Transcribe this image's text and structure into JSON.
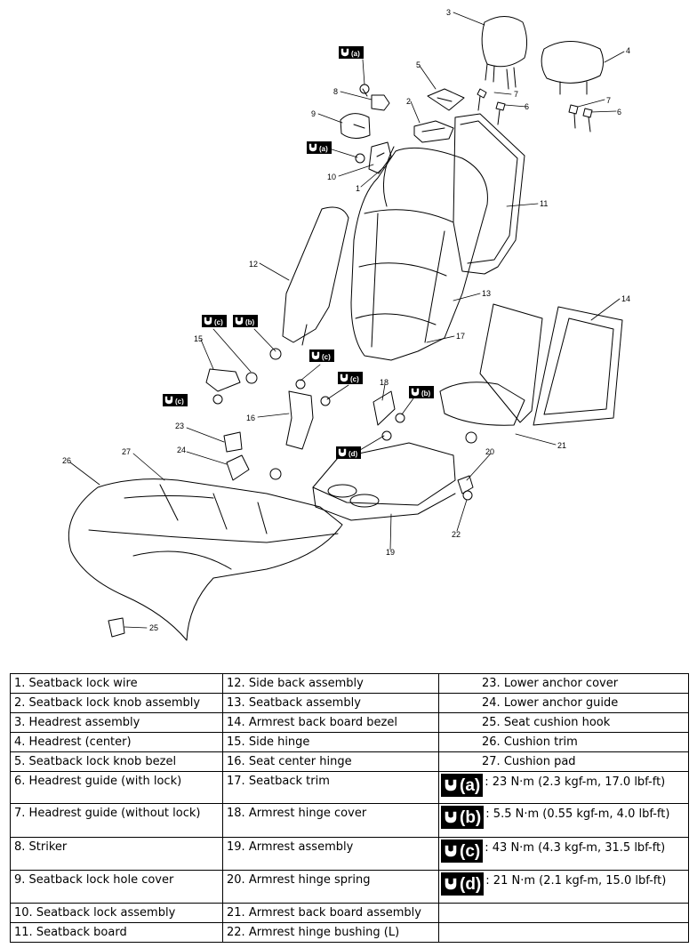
{
  "callouts": [
    "1",
    "2",
    "3",
    "4",
    "5",
    "6",
    "7",
    "8",
    "9",
    "10",
    "11",
    "12",
    "13",
    "14",
    "15",
    "16",
    "17",
    "18",
    "19",
    "20",
    "21",
    "22",
    "23",
    "24",
    "25",
    "26",
    "27"
  ],
  "torque_tags": [
    "(a)",
    "(b)",
    "(c)",
    "(d)"
  ],
  "parts": [
    {
      "num": "1.",
      "name": "Seatback lock wire"
    },
    {
      "num": "2.",
      "name": "Seatback lock knob assembly"
    },
    {
      "num": "3.",
      "name": "Headrest assembly"
    },
    {
      "num": "4.",
      "name": "Headrest (center)"
    },
    {
      "num": "5.",
      "name": "Seatback lock knob bezel"
    },
    {
      "num": "6.",
      "name": "Headrest guide (with lock)"
    },
    {
      "num": "7.",
      "name": "Headrest guide (without lock)"
    },
    {
      "num": "8.",
      "name": "Striker"
    },
    {
      "num": "9.",
      "name": "Seatback lock hole cover"
    },
    {
      "num": "10.",
      "name": "Seatback lock assembly"
    },
    {
      "num": "11.",
      "name": "Seatback board"
    },
    {
      "num": "12.",
      "name": "Side back assembly"
    },
    {
      "num": "13.",
      "name": "Seatback assembly"
    },
    {
      "num": "14.",
      "name": "Armrest back board bezel"
    },
    {
      "num": "15.",
      "name": "Side hinge"
    },
    {
      "num": "16.",
      "name": "Seat center hinge"
    },
    {
      "num": "17.",
      "name": "Seatback trim"
    },
    {
      "num": "18.",
      "name": "Armrest hinge cover"
    },
    {
      "num": "19.",
      "name": "Armrest assembly"
    },
    {
      "num": "20.",
      "name": "Armrest hinge spring"
    },
    {
      "num": "21.",
      "name": "Armrest back board assembly"
    },
    {
      "num": "22.",
      "name": "Armrest hinge bushing (L)"
    },
    {
      "num": "23.",
      "name": "Lower anchor cover"
    },
    {
      "num": "24.",
      "name": "Lower anchor guide"
    },
    {
      "num": "25.",
      "name": "Seat cushion hook"
    },
    {
      "num": "26.",
      "name": "Cushion trim"
    },
    {
      "num": "27.",
      "name": "Cushion pad"
    }
  ],
  "torques": [
    {
      "tag": "(a)",
      "sep": ":",
      "value": "23 N·m (2.3 kgf-m, 17.0 lbf-ft)"
    },
    {
      "tag": "(b)",
      "sep": ":",
      "value": "5.5 N·m (0.55 kgf-m, 4.0 lbf-ft)"
    },
    {
      "tag": "(c)",
      "sep": ":",
      "value": "43 N·m (4.3 kgf-m, 31.5 lbf-ft)"
    },
    {
      "tag": "(d)",
      "sep": ":",
      "value": "21 N·m (2.1 kgf-m, 15.0 lbf-ft)"
    }
  ]
}
